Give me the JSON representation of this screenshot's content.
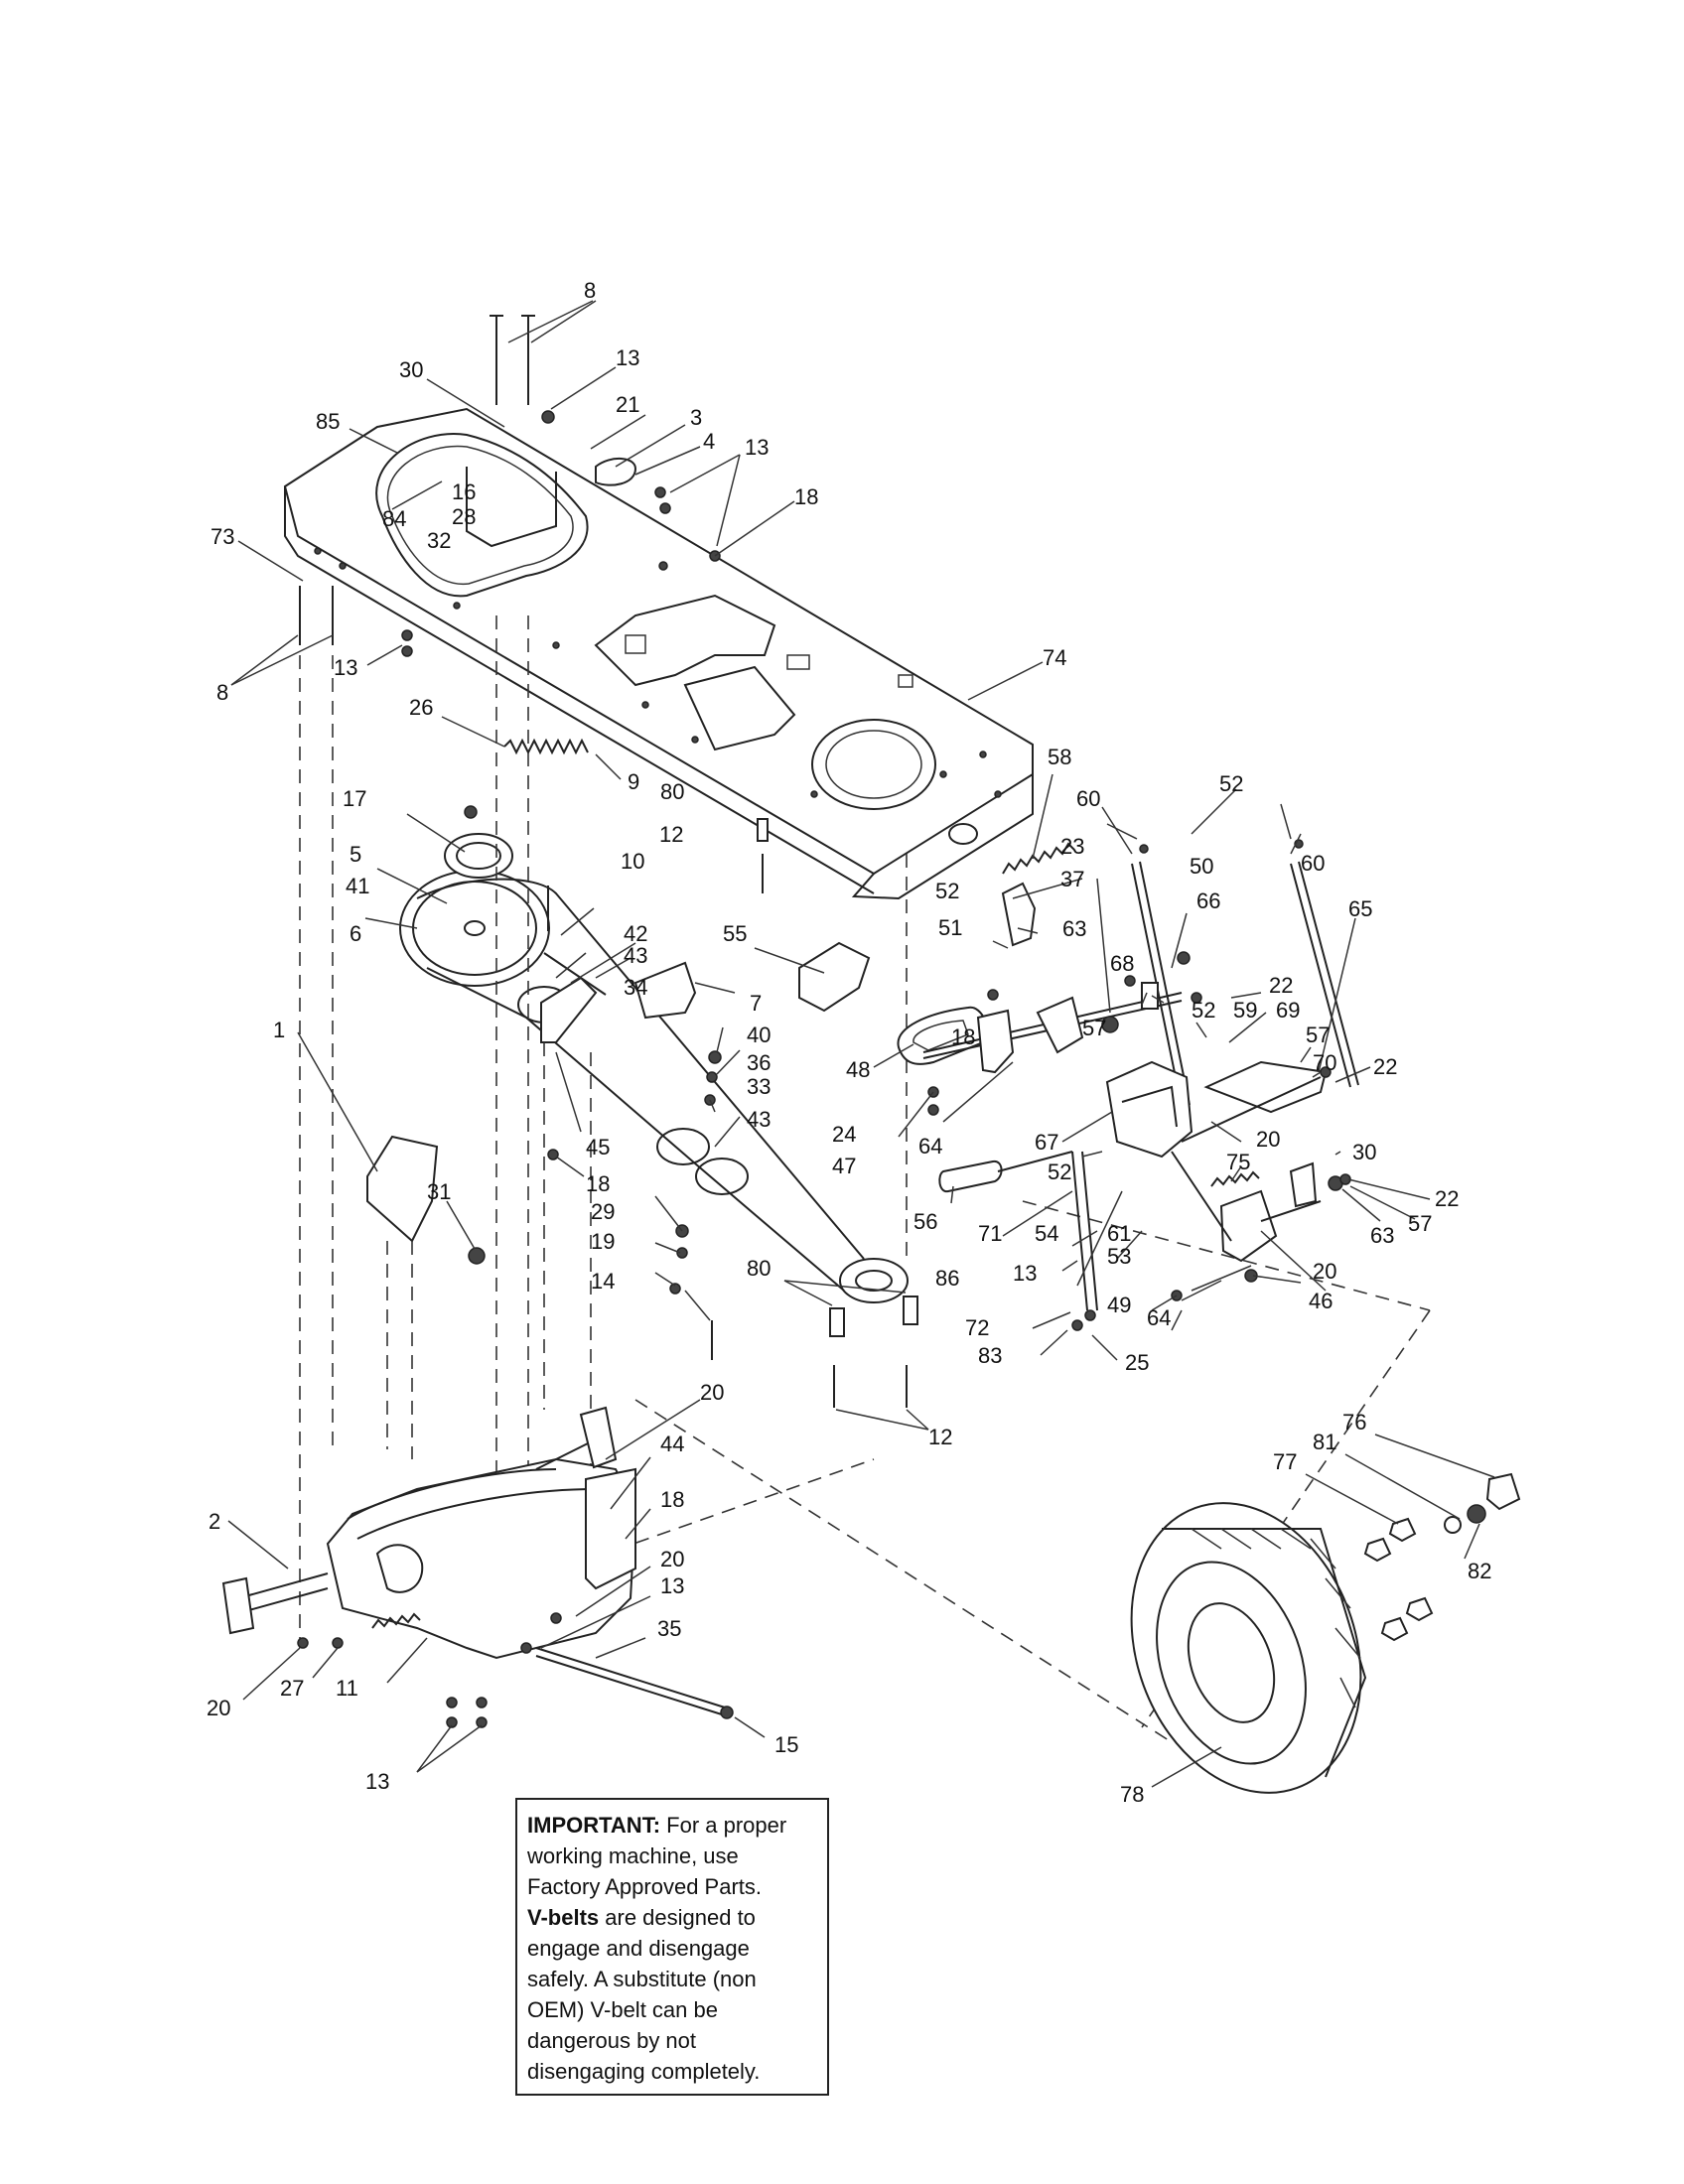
{
  "notice": {
    "lead": "IMPORTANT:",
    "line1_rest": " For a proper",
    "line2": "working machine, use",
    "line3": "Factory Approved Parts.",
    "vbelts": "V-belts",
    "line4_rest": " are designed to",
    "line5": "engage and disengage",
    "line6": "safely. A substitute (non",
    "line7": "OEM) V-belt can be",
    "line8": "dangerous by not",
    "line9": "disengaging completely."
  },
  "callouts": {
    "c8a": "8",
    "c13a": "13",
    "c30a": "30",
    "c21": "21",
    "c3": "3",
    "c4": "4",
    "c13b": "13",
    "c85": "85",
    "c16": "16",
    "c28": "28",
    "c84": "84",
    "c32": "32",
    "c18a": "18",
    "c73": "73",
    "c8b": "8",
    "c13c": "13",
    "c74": "74",
    "c26": "26",
    "c9": "9",
    "c80a": "80",
    "c12a": "12",
    "c58": "58",
    "c60a": "60",
    "c52a": "52",
    "c60b": "60",
    "c17": "17",
    "c10": "10",
    "c23": "23",
    "c37": "37",
    "c50": "50",
    "c66": "66",
    "c65": "65",
    "c5": "5",
    "c41": "41",
    "c42": "42",
    "c55": "55",
    "c52b": "52",
    "c51": "51",
    "c63a": "63",
    "c6": "6",
    "c43a": "43",
    "c34": "34",
    "c68": "68",
    "c22a": "22",
    "c59": "59",
    "c1": "1",
    "c7": "7",
    "c40": "40",
    "c18b": "18",
    "c52c": "52",
    "c69": "69",
    "c36": "36",
    "c57a": "57",
    "c57b": "57",
    "c70": "70",
    "c48": "48",
    "c33": "33",
    "c43b": "43",
    "c24": "24",
    "c22b": "22",
    "c45": "45",
    "c67": "67",
    "c64a": "64",
    "c20a": "20",
    "c47": "47",
    "c30b": "30",
    "c52d": "52",
    "c18c": "18",
    "c75": "75",
    "c22c": "22",
    "c31": "31",
    "c29": "29",
    "c56": "56",
    "c71": "71",
    "c54": "54",
    "c63b": "63",
    "c57c": "57",
    "c61": "61",
    "c19": "19",
    "c53": "53",
    "c20b": "20",
    "c13d": "13",
    "c80b": "80",
    "c86": "86",
    "c46": "46",
    "c14": "14",
    "c49": "49",
    "c64b": "64",
    "c72": "72",
    "c83": "83",
    "c25": "25",
    "c12b": "12",
    "c20c": "20",
    "c44": "44",
    "c76": "76",
    "c77": "77",
    "c81": "81",
    "c2": "2",
    "c18d": "18",
    "c82": "82",
    "c20d": "20",
    "c13e": "13",
    "c35": "35",
    "c20e": "20",
    "c27": "27",
    "c11": "11",
    "c15": "15",
    "c13f": "13",
    "c78": "78"
  }
}
